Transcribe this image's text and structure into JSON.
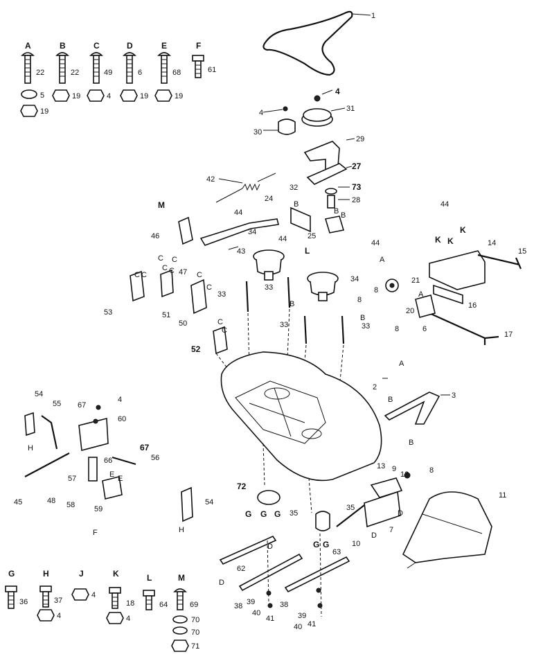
{
  "hardware_top": [
    {
      "letter": "A",
      "parts": [
        "22",
        "5",
        "19"
      ]
    },
    {
      "letter": "B",
      "parts": [
        "22",
        "19"
      ]
    },
    {
      "letter": "C",
      "parts": [
        "49",
        "4"
      ]
    },
    {
      "letter": "D",
      "parts": [
        "6",
        "19"
      ]
    },
    {
      "letter": "E",
      "parts": [
        "68",
        "19"
      ]
    },
    {
      "letter": "F",
      "parts": [
        "61"
      ]
    }
  ],
  "hardware_bottom": [
    {
      "letter": "G",
      "parts": [
        "36"
      ]
    },
    {
      "letter": "H",
      "parts": [
        "37",
        "4"
      ]
    },
    {
      "letter": "J",
      "parts": [
        "4"
      ]
    },
    {
      "letter": "K",
      "parts": [
        "18",
        "4"
      ]
    },
    {
      "letter": "L",
      "parts": [
        "64"
      ]
    },
    {
      "letter": "M",
      "parts": [
        "69",
        "70",
        "70",
        "71"
      ]
    }
  ],
  "callouts": [
    "1",
    "4",
    "31",
    "4",
    "30",
    "29",
    "27",
    "73",
    "28",
    "32",
    "42",
    "24",
    "B",
    "B",
    "B",
    "M",
    "44",
    "46",
    "44",
    "34",
    "25",
    "L",
    "43",
    "47",
    "C",
    "C",
    "44",
    "44",
    "14",
    "15",
    "K",
    "K",
    "K",
    "A",
    "21",
    "34",
    "20",
    "16",
    "A",
    "C",
    "C",
    "C",
    "C",
    "53",
    "51",
    "C",
    "C",
    "50",
    "33",
    "33",
    "33",
    "B",
    "B",
    "33",
    "8",
    "8",
    "8",
    "6",
    "17",
    "C",
    "C",
    "52",
    "2",
    "3",
    "A",
    "B",
    "B",
    "54",
    "55",
    "67",
    "4",
    "60",
    "H",
    "67",
    "56",
    "66",
    "57",
    "E",
    "E",
    "45",
    "48",
    "58",
    "59",
    "F",
    "54",
    "H",
    "13",
    "9",
    "13",
    "8",
    "72",
    "G",
    "G",
    "G",
    "35",
    "35",
    "G",
    "G",
    "63",
    "10",
    "D",
    "D",
    "7",
    "11",
    "62",
    "D",
    "D",
    "38",
    "39",
    "40",
    "41",
    "38",
    "39",
    "40",
    "41"
  ]
}
